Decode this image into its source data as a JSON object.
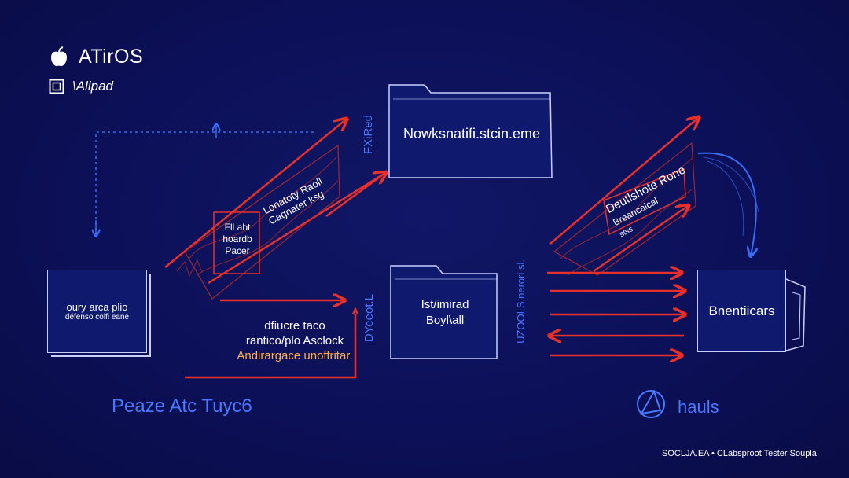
{
  "brand": {
    "title": "ATirOS",
    "subtitle": "\\Alipad"
  },
  "nodes": {
    "left_box": {
      "line1": "oury arca plio",
      "line2": "défenso colfi eane"
    },
    "top_folder": {
      "label": "Nowksnatifi.stcin.eme"
    },
    "mid_folder": {
      "line1": "Ist/imirad",
      "line2": "Boyl\\all"
    },
    "right_box": {
      "label": "Bnentiicars"
    }
  },
  "labels": {
    "fxred": "FXiRed",
    "fill_note": [
      "Fll abt",
      "hoardb",
      "Pacer"
    ],
    "connector_note": [
      "Lonatoty Raoll",
      "Cagnater ksg"
    ],
    "center_text": [
      "dfiucre taco",
      "rantico/plo Asclock"
    ],
    "center_orange": "Andirargace unoffritar.",
    "dyeeot": "DYeeot.L",
    "uzools": "UZOOLS.nerori sl.",
    "deutshote": "Deutlshote Rone",
    "breanccal": "Breancaical",
    "stess": "stss",
    "bottom_left": "Peaze Atc Tuyc6",
    "hauls": "hauls",
    "footer": "SOCLJA.EA • CLabsproot Tester Soupla"
  },
  "colors": {
    "background": "#0c1058",
    "arrow_red": "#e8302a",
    "accent_blue": "#4a78ff",
    "box_fill": "#0f1a6e",
    "orange": "#ffb04a"
  },
  "icons": [
    "apple-icon",
    "square-icon",
    "folder-icon",
    "file-icon",
    "orbit-logo-icon"
  ]
}
